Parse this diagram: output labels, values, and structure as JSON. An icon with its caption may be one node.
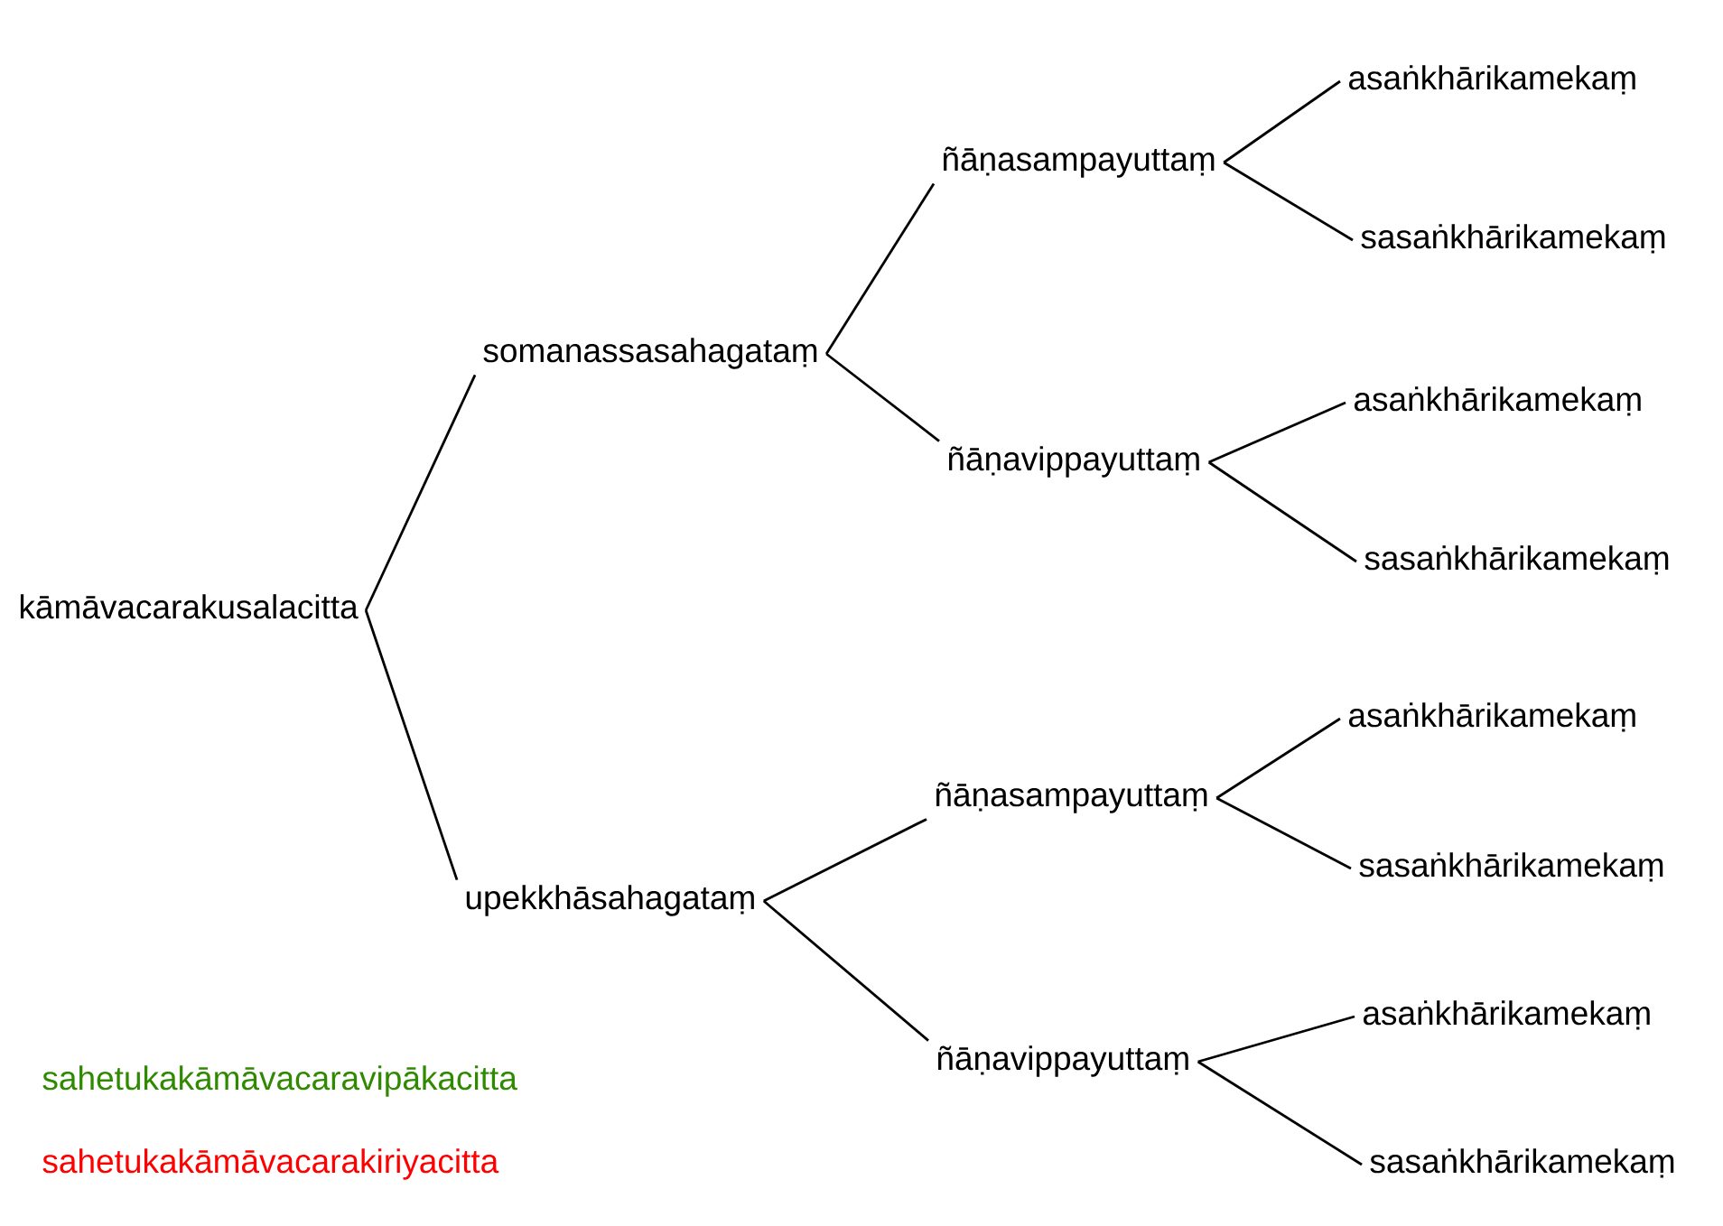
{
  "diagram": {
    "nodes": [
      {
        "text": [
          "kāmāvacarakusalacitta"
        ]
      },
      {
        "text": [
          "somanassasahagataṃ"
        ]
      },
      {
        "text": [
          "ñāṇasampayuttaṃ"
        ]
      },
      {
        "text": [
          "asaṅkhārikamekaṃ"
        ]
      },
      {
        "text": [
          "sasaṅkhārikamekaṃ"
        ]
      },
      {
        "text": [
          "ñāṇavippayuttaṃ"
        ]
      },
      {
        "text": [
          "asaṅkhārikamekaṃ"
        ]
      },
      {
        "text": [
          "sasaṅkhārikamekaṃ"
        ]
      },
      {
        "text": [
          "upekkhāsahagataṃ"
        ]
      },
      {
        "text": [
          "ñāṇasampayuttaṃ"
        ]
      },
      {
        "text": [
          "asaṅkhārikamekaṃ"
        ]
      },
      {
        "text": [
          "sasaṅkhārikamekaṃ"
        ]
      },
      {
        "text": [
          "ñāṇavippayuttaṃ"
        ]
      },
      {
        "text": [
          "asaṅkhārikamekaṃ"
        ]
      },
      {
        "text": [
          "sasaṅkhārikamekaṃ"
        ]
      }
    ],
    "edges": [
      {
        "from": 0,
        "to": 1,
        "arrow": "none"
      },
      {
        "from": 0,
        "to": 8,
        "arrow": "none"
      },
      {
        "from": 1,
        "to": 2,
        "arrow": "none"
      },
      {
        "from": 1,
        "to": 5,
        "arrow": "none"
      },
      {
        "from": 2,
        "to": 3,
        "arrow": "none"
      },
      {
        "from": 2,
        "to": 4,
        "arrow": "none"
      },
      {
        "from": 5,
        "to": 6,
        "arrow": "none"
      },
      {
        "from": 5,
        "to": 7,
        "arrow": "none"
      },
      {
        "from": 8,
        "to": 9,
        "arrow": "none"
      },
      {
        "from": 8,
        "to": 12,
        "arrow": "none"
      },
      {
        "from": 9,
        "to": 10,
        "arrow": "none"
      },
      {
        "from": 9,
        "to": 11,
        "arrow": "none"
      },
      {
        "from": 12,
        "to": 13,
        "arrow": "none"
      },
      {
        "from": 12,
        "to": 14,
        "arrow": "none"
      }
    ],
    "labels": [
      "sahetukakāmāvacaravipākacitta",
      "sahetukakāmāvacarakiriyacitta"
    ]
  }
}
